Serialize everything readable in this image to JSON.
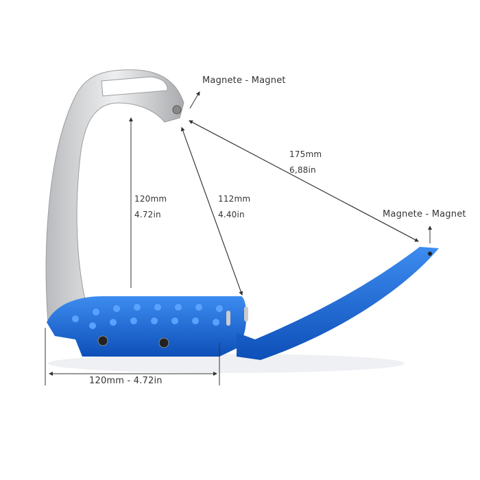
{
  "labels": {
    "magnet_top": "Magnete - Magnet",
    "magnet_right": "Magnete - Magnet",
    "diagonal_mm": "175mm",
    "diagonal_in": "6,88in",
    "height_mm": "120mm",
    "height_in": "4.72in",
    "inner_mm": "112mm",
    "inner_in": "4.40in",
    "width": "120mm - 4.72in"
  },
  "colors": {
    "frame_silver": "#c9cbcd",
    "tread_blue": "#1a6fe0",
    "line": "#333333"
  }
}
